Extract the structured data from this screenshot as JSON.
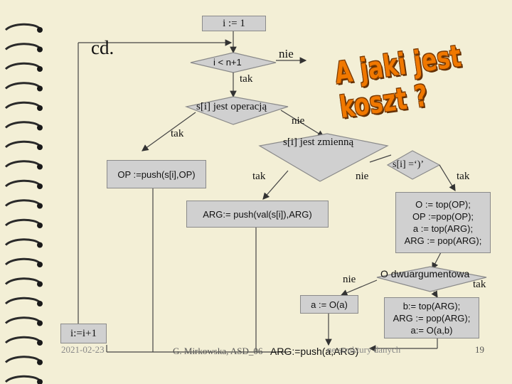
{
  "slide": {
    "subtitle": "cd.",
    "banner": "A jaki jest koszt ?",
    "footer": {
      "date": "2021-02-23",
      "source": "G. Mirkowska, ASD_06",
      "source_tail": "ne struktury danych",
      "page": "19"
    }
  },
  "flowchart": {
    "init": "i := 1",
    "loop_cond": "i < n+1",
    "loop_no": "nie",
    "loop_yes": "tak",
    "is_operation": "s[i] jest operacją",
    "op_yes": "tak",
    "op_no": "nie",
    "is_variable": "s[i] jest zmienną",
    "var_yes": "tak",
    "var_no": "nie",
    "is_paren": "s[i] =‘)’",
    "paren_yes": "tak",
    "push_op": "OP :=push(s[i],OP)",
    "push_arg": "ARG:= push(val(s[i]),ARG)",
    "pop_block": "O := top(OP);\nOP :=pop(OP);\na := top(ARG);\nARG := pop(ARG);",
    "binary_cond": "O dwuargumentowa",
    "binary_no": "nie",
    "binary_yes": "tak",
    "unary_apply": "a := O(a)",
    "binary_block": "b:= top(ARG);\nARG := pop(ARG);\na:= O(a,b)",
    "push_result": "ARG:=push(a,ARG)",
    "increment": "i:=i+1"
  },
  "colors": {
    "background": "#f3efd6",
    "box_fill": "#d0d0d0",
    "banner": "#f07800",
    "ring": "#2a2a2a"
  }
}
